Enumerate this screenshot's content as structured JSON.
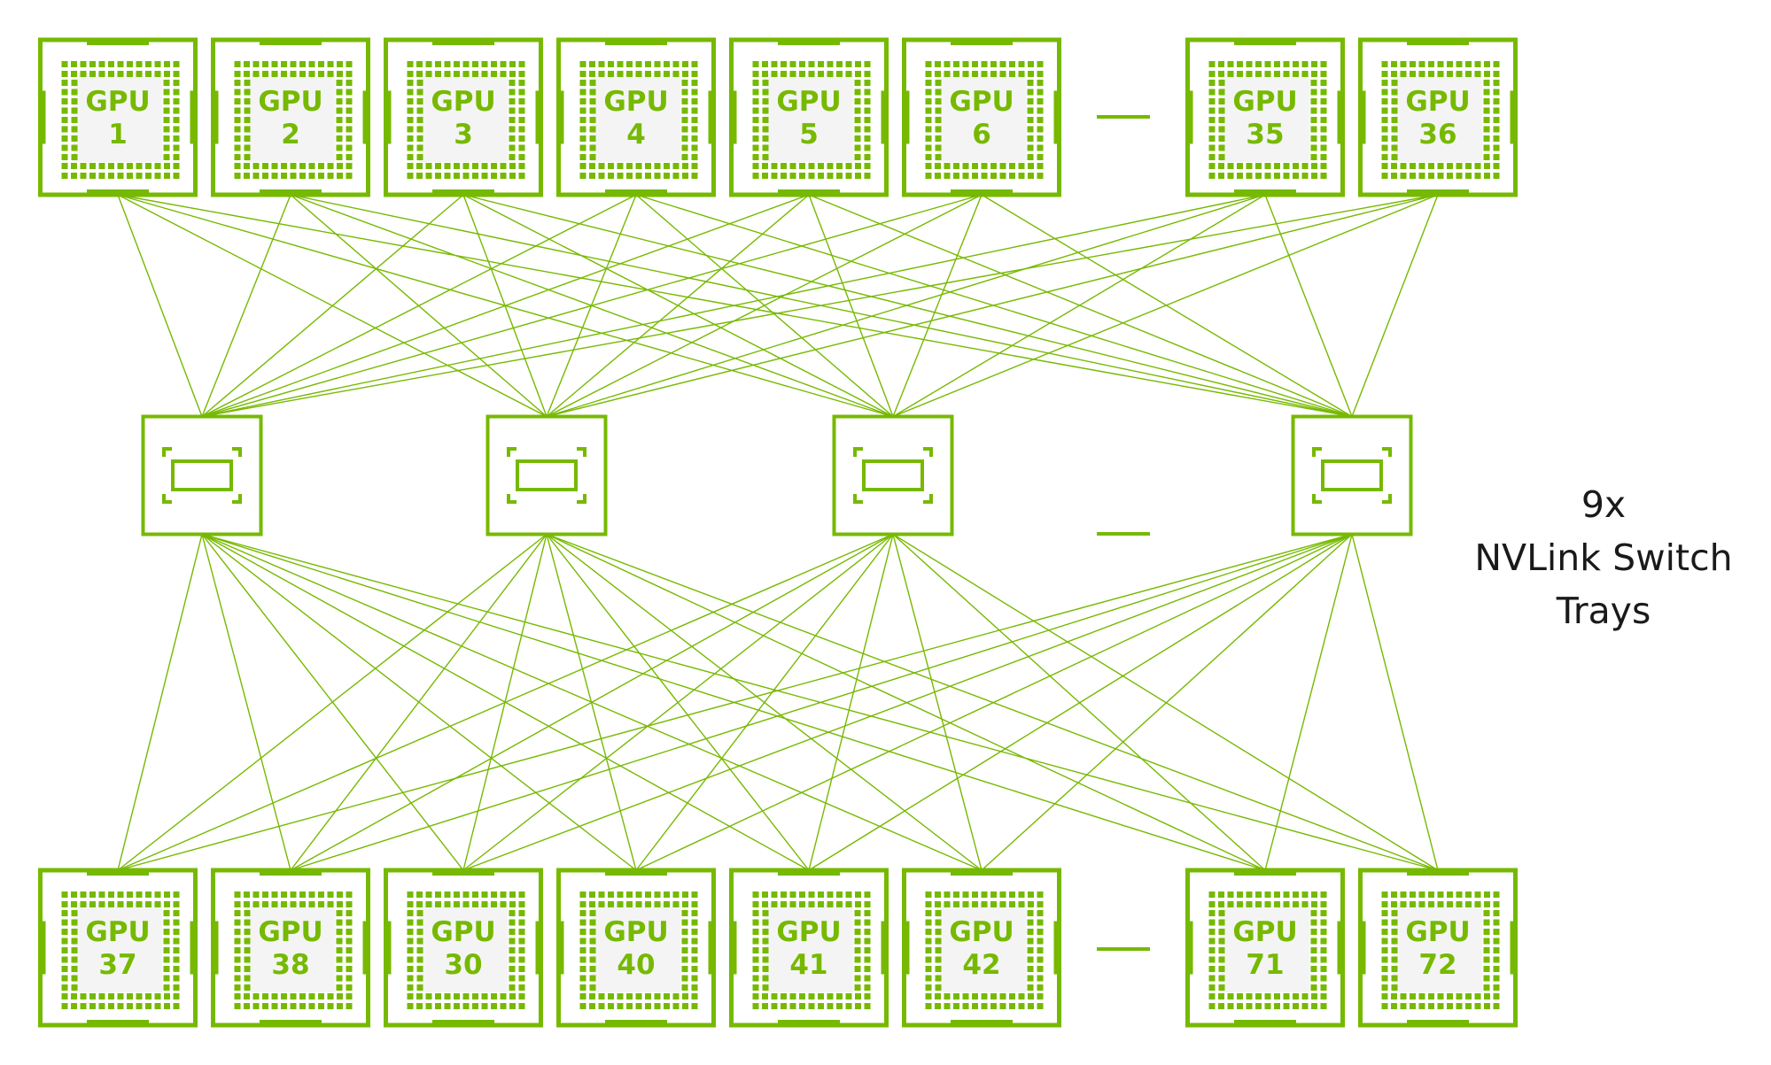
{
  "colors": {
    "accent": "#76B900",
    "text": "#1a1a1a",
    "chip_bg": "#f4f4f4"
  },
  "gpus_top": [
    {
      "label": "GPU",
      "number": "1"
    },
    {
      "label": "GPU",
      "number": "2"
    },
    {
      "label": "GPU",
      "number": "3"
    },
    {
      "label": "GPU",
      "number": "4"
    },
    {
      "label": "GPU",
      "number": "5"
    },
    {
      "label": "GPU",
      "number": "6"
    },
    {
      "label": "GPU",
      "number": "35"
    },
    {
      "label": "GPU",
      "number": "36"
    }
  ],
  "gpus_bottom": [
    {
      "label": "GPU",
      "number": "37"
    },
    {
      "label": "GPU",
      "number": "38"
    },
    {
      "label": "GPU",
      "number": "30"
    },
    {
      "label": "GPU",
      "number": "40"
    },
    {
      "label": "GPU",
      "number": "41"
    },
    {
      "label": "GPU",
      "number": "42"
    },
    {
      "label": "GPU",
      "number": "71"
    },
    {
      "label": "GPU",
      "number": "72"
    }
  ],
  "switch_count_shown": 4,
  "switch_label": {
    "count": "9x",
    "line1": "NVLink Switch",
    "line2": "Trays"
  }
}
